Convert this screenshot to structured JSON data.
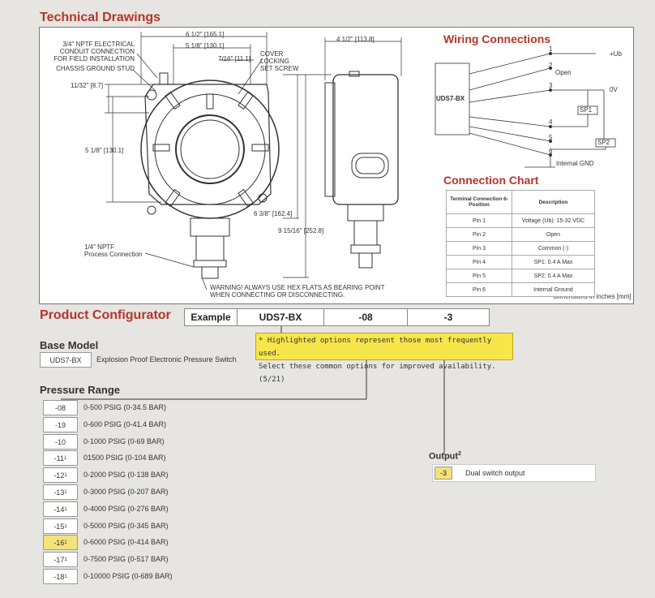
{
  "headings": {
    "technical_drawings": "Technical Drawings",
    "wiring_connections": "Wiring Connections",
    "connection_chart": "Connection Chart",
    "product_configurator": "Product Configurator",
    "base_model": "Base Model",
    "pressure_range": "Pressure Range",
    "output": "Output",
    "output_sup": "2"
  },
  "drawing_labels": {
    "conduit": [
      "3/4\" NPTF ELECTRICAL",
      "CONDUIT CONNECTION",
      "FOR FIELD INSTALLATION"
    ],
    "ground_stud": "CHASSIS GROUND STUD",
    "cover": [
      "COVER",
      "LOCKING",
      "SET SCREW"
    ],
    "dim_width": "6 1/2\" [165.1]",
    "dim_inner": "5 1/8\" [130.1]",
    "dim_small": "7/16\" [11.1]",
    "dim_side": "4 1/2\" [113.8]",
    "dim_top": "11/32\" [8.7]",
    "dim_height": "5 1/8\" [130.1]",
    "dim_h2": "6 3/8\" [162.4]",
    "dim_h3": "9 15/16\" [252.8]",
    "process": [
      "1/4\" NPTF",
      "Process Connection"
    ],
    "warning": [
      "WARNING! ALWAYS USE HEX FLATS AS BEARING POINT",
      "WHEN CONNECTING OR DISCONNECTING."
    ],
    "dimensions_note": "Dimensions in inches [mm]"
  },
  "wiring": {
    "device": "UDS7-BX",
    "pins": [
      "1",
      "2",
      "3",
      "4",
      "5",
      "6"
    ],
    "labels": {
      "ub": "+Ub",
      "open": "Open",
      "ov": "0V",
      "sp1": "SP1",
      "sp2": "SP2",
      "gnd": "Internal GND"
    }
  },
  "connection_chart": {
    "headers": [
      "Terminal Connection 6-Position",
      "Description"
    ],
    "rows": [
      [
        "Pin 1",
        "Voltage (Ub): 15-32 VDC"
      ],
      [
        "Pin 2",
        "Open"
      ],
      [
        "Pin 3",
        "Common (-)"
      ],
      [
        "Pin 4",
        "SP1: 0.4 A Max"
      ],
      [
        "Pin 5",
        "SP2: 0.4 A Max"
      ],
      [
        "Pin 6",
        "Internal Ground"
      ]
    ]
  },
  "configurator": {
    "example_label": "Example",
    "model": "UDS7-BX",
    "range": "-08",
    "output": "-3"
  },
  "note": {
    "line1": "* Highlighted options represent those most frequently used.",
    "line2": "Select these common options for improved availability. (5/21)"
  },
  "base_model": {
    "code": "UDS7-BX",
    "description": "Explosion Proof Electronic Pressure Switch"
  },
  "pressure_ranges": [
    {
      "code": "-08",
      "sup": "",
      "desc": "0-500 PSIG (0-34.5 BAR)",
      "highlight": false
    },
    {
      "code": "-19",
      "sup": "",
      "desc": "0-600 PSIG (0-41.4 BAR)",
      "highlight": false
    },
    {
      "code": "-10",
      "sup": "",
      "desc": "0-1000 PSIG (0-69 BAR)",
      "highlight": false
    },
    {
      "code": "-11",
      "sup": "1",
      "desc": "01500 PSIG (0-104 BAR)",
      "highlight": false
    },
    {
      "code": "-12",
      "sup": "1",
      "desc": "0-2000 PSIG (0-138 BAR)",
      "highlight": false
    },
    {
      "code": "-13",
      "sup": "1",
      "desc": "0-3000 PSIG (0-207 BAR)",
      "highlight": false
    },
    {
      "code": "-14",
      "sup": "1",
      "desc": "0-4000 PSIG (0-276 BAR)",
      "highlight": false
    },
    {
      "code": "-15",
      "sup": "1",
      "desc": "0-5000 PSIG (0-345 BAR)",
      "highlight": false
    },
    {
      "code": "-16",
      "sup": "1",
      "desc": "0-6000 PSIG (0-414 BAR)",
      "highlight": true
    },
    {
      "code": "-17",
      "sup": "1",
      "desc": "0-7500 PSIG (0-517 BAR)",
      "highlight": false
    },
    {
      "code": "-18",
      "sup": "1",
      "desc": "0-10000 PSIG (0-689 BAR)",
      "highlight": false
    }
  ],
  "output_option": {
    "code": "-3",
    "description": "Dual switch output",
    "highlight": true
  },
  "colors": {
    "heading_red": "#b5352a",
    "highlight_yellow": "#f4e27a",
    "note_yellow": "#f6e64a"
  }
}
